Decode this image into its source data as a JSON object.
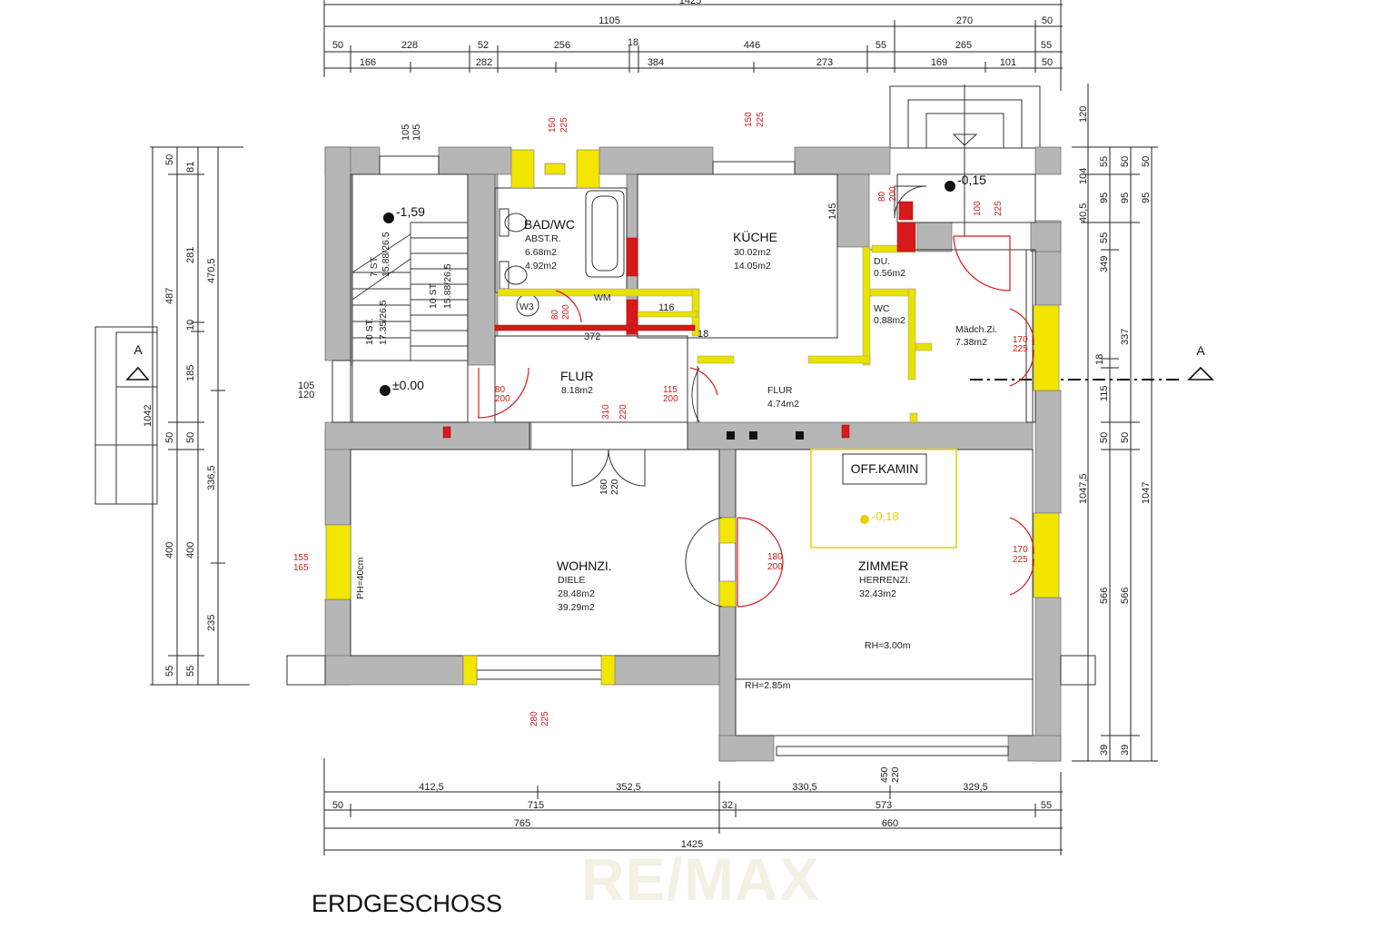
{
  "plan": {
    "title": "ERDGESCHOSS",
    "watermark": "RE/MAX",
    "section_marker": "A",
    "colors": {
      "wall": "#b6b6b6",
      "window": "#f2e500",
      "door": "#d61a1a",
      "new_wall": "#e9e100"
    }
  },
  "rooms": {
    "bad": {
      "name": "BAD/WC",
      "line1": "ABST.R.",
      "line2": "6.68m2",
      "line3": "4.92m2"
    },
    "kueche": {
      "name": "KÜCHE",
      "line1": "30.02m2",
      "line2": "14.05m2"
    },
    "du": {
      "name": "DU.",
      "area": "0.56m2"
    },
    "wc": {
      "name": "WC",
      "area": "0.88m2"
    },
    "maedchen": {
      "name": "Mädch.Zi.",
      "area": "7.38m2"
    },
    "flur1": {
      "name": "FLUR",
      "area": "8.18m2"
    },
    "flur2": {
      "name": "FLUR",
      "area": "4.74m2"
    },
    "kamin": {
      "name": "OFF.KAMIN"
    },
    "wohnzi": {
      "name": "WOHNZI.",
      "line1": "DIELE",
      "line2": "28.48m2",
      "line3": "39.29m2"
    },
    "zimmer": {
      "name": "ZIMMER",
      "line1": "HERRENZI.",
      "line2": "32.43m2"
    },
    "rh1": "RH=3.00m",
    "rh2": "RH=2.85m",
    "ph": "PH=40cm",
    "wm": "WM",
    "w3": "W3"
  },
  "levels": {
    "l1": "-1,59",
    "l2": "±0.00",
    "l3": "-0,15",
    "l4": "-0,18"
  },
  "stairs": {
    "s1": "7 ST",
    "s2": "15.88/26.5",
    "s3": "10 ST.",
    "s4": "17.35/26.5",
    "s5": "10 ST",
    "s6": "15.88/26.5"
  },
  "dimensions_top": {
    "r0": "1425",
    "r1": [
      "1105",
      "270",
      "50"
    ],
    "r2": [
      "50",
      "228",
      "52",
      "256",
      "18",
      "446",
      "55",
      "265",
      "55"
    ],
    "r3": [
      "166",
      "282",
      "384",
      "273",
      "169",
      "101",
      "50"
    ]
  },
  "dimensions_bottom": {
    "r1": [
      "412,5",
      "352,5",
      "330,5",
      "329,5"
    ],
    "r2": [
      "50",
      "715",
      "32",
      "573",
      "55"
    ],
    "r3": [
      "765",
      "660"
    ],
    "r4": "1425"
  },
  "dimensions_left": {
    "a": [
      "50",
      "487",
      "50",
      "400",
      "55"
    ],
    "b": [
      "81",
      "281",
      "10",
      "185",
      "50",
      "400",
      "55"
    ],
    "c": [
      "470,5",
      "336,5",
      "235"
    ],
    "total": "1042",
    "entry": [
      "105",
      "120"
    ]
  },
  "dimensions_right": {
    "a": [
      "120",
      "104",
      "40,5",
      "1047,5"
    ],
    "b": [
      "55",
      "95",
      "55",
      "349",
      "18",
      "115",
      "50",
      "566",
      "39"
    ],
    "c": [
      "50",
      "95",
      "337",
      "50",
      "566",
      "39"
    ],
    "d": [
      "50",
      "95",
      "1047"
    ]
  },
  "interior_dims": {
    "d116": "116",
    "d372": "372",
    "d18": "18",
    "d145": "145",
    "d105a": "105",
    "d105b": "105"
  },
  "openings": {
    "o1": [
      "150",
      "225"
    ],
    "o2": [
      "150",
      "225"
    ],
    "o3": [
      "80",
      "200"
    ],
    "o4": [
      "100",
      "225"
    ],
    "o5": [
      "80",
      "200"
    ],
    "o6": [
      "80",
      "200"
    ],
    "o7": [
      "115",
      "200"
    ],
    "o8": [
      "170",
      "225"
    ],
    "o9": [
      "310",
      "220"
    ],
    "o10": [
      "160",
      "220"
    ],
    "o11": [
      "155",
      "165"
    ],
    "o12": [
      "180",
      "200"
    ],
    "o13": [
      "170",
      "225"
    ],
    "o14": [
      "280",
      "225"
    ],
    "o15": [
      "450",
      "220"
    ]
  }
}
